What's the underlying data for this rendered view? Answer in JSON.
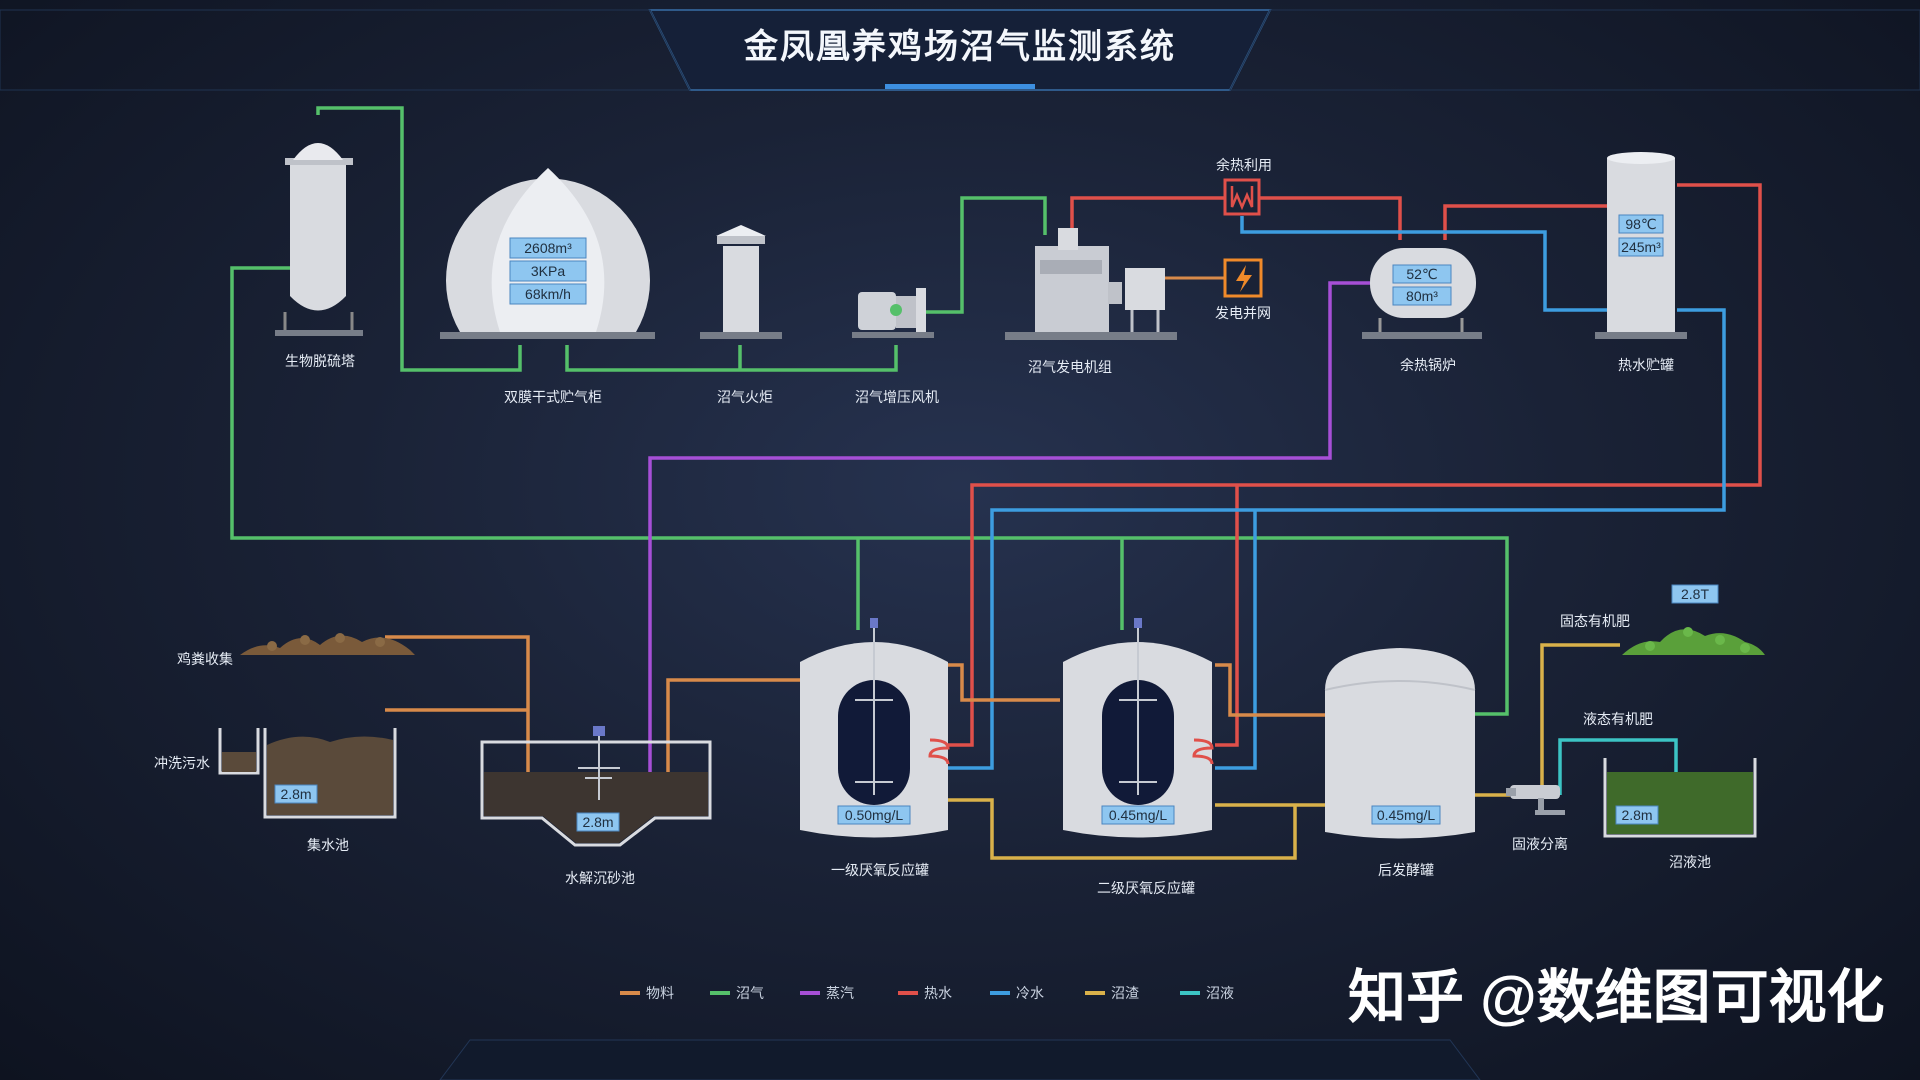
{
  "title": "金凤凰养鸡场沼气监测系统",
  "colors": {
    "material": "#d88a4a",
    "biogas": "#55c06a",
    "steam": "#a64fd6",
    "hot_water": "#e0504a",
    "cold_water": "#3d9de0",
    "residue": "#d9b14a",
    "slurry": "#3cc4c4",
    "tank": "#d9dbe0",
    "value_box": "#8ec6f0"
  },
  "equipment": {
    "desulfurization_tower": {
      "label": "生物脱硫塔"
    },
    "gas_holder": {
      "label": "双膜干式贮气柜",
      "values": [
        "2608m³",
        "3KPa",
        "68km/h"
      ]
    },
    "flare": {
      "label": "沼气火炬"
    },
    "booster_fan": {
      "label": "沼气增压风机"
    },
    "generator": {
      "label": "沼气发电机组"
    },
    "heat_recovery": {
      "label": "余热利用"
    },
    "grid": {
      "label": "发电并网"
    },
    "waste_boiler": {
      "label": "余热锅炉",
      "values": [
        "52℃",
        "80m³"
      ]
    },
    "hot_water_tank": {
      "label": "热水贮罐",
      "values": [
        "98℃",
        "245m³"
      ]
    },
    "manure_collection": {
      "label": "鸡粪收集"
    },
    "flush_water": {
      "label": "冲洗污水"
    },
    "collection_pool": {
      "label": "集水池",
      "level": "2.8m"
    },
    "hydrolysis_tank": {
      "label": "水解沉砂池",
      "level": "2.8m"
    },
    "reactor1": {
      "label": "一级厌氧反应罐",
      "value": "0.50mg/L"
    },
    "reactor2": {
      "label": "二级厌氧反应罐",
      "value": "0.45mg/L"
    },
    "post_fermentation": {
      "label": "后发酵罐",
      "value": "0.45mg/L"
    },
    "separator": {
      "label": "固液分离"
    },
    "solid_fertilizer": {
      "label": "固态有机肥",
      "value": "2.8T"
    },
    "liquid_fertilizer": {
      "label": "液态有机肥"
    },
    "slurry_pool": {
      "label": "沼液池",
      "level": "2.8m"
    }
  },
  "legend": [
    {
      "label": "物料",
      "color": "#d88a4a"
    },
    {
      "label": "沼气",
      "color": "#55c06a"
    },
    {
      "label": "蒸汽",
      "color": "#a64fd6"
    },
    {
      "label": "热水",
      "color": "#e0504a"
    },
    {
      "label": "冷水",
      "color": "#3d9de0"
    },
    {
      "label": "沼渣",
      "color": "#d9b14a"
    },
    {
      "label": "沼液",
      "color": "#3cc4c4"
    }
  ],
  "watermark": "知乎 @数维图可视化"
}
